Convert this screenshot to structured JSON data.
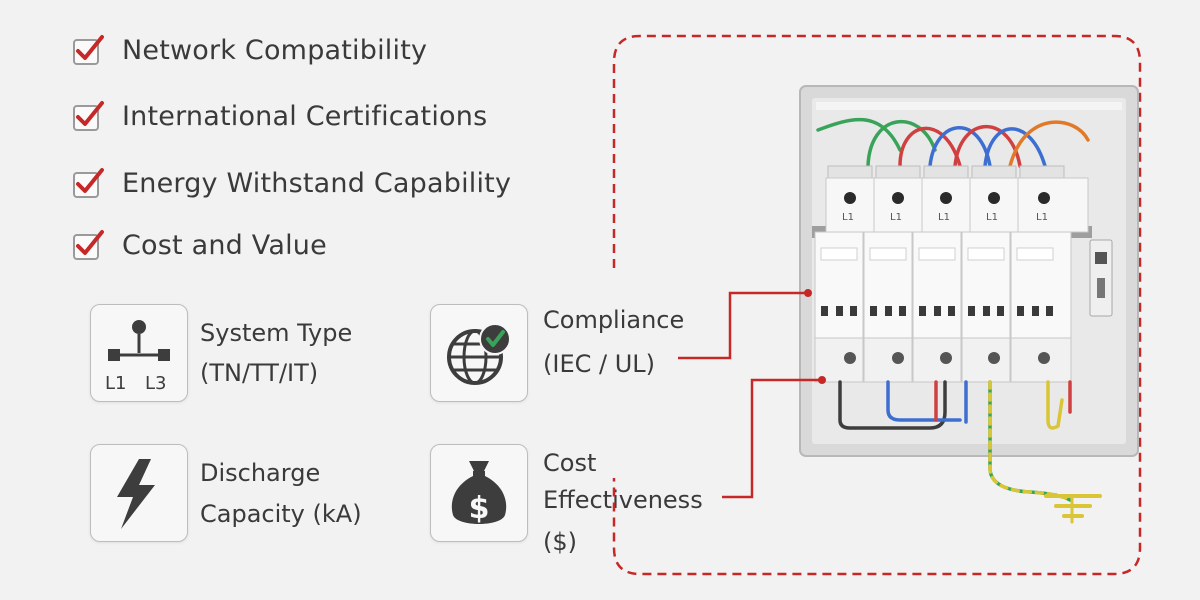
{
  "checklist": [
    {
      "label": "Network Compatibility"
    },
    {
      "label": "International Certifications"
    },
    {
      "label": "Energy Withstand Capability"
    },
    {
      "label": "Cost and Value"
    }
  ],
  "cards": {
    "system_type": {
      "line1": "System Type",
      "line2": "(TN/TT/IT)",
      "icon": "network-diagram-icon",
      "icon_label_a": "L1",
      "icon_label_b": "L3"
    },
    "discharge": {
      "line1": "Discharge",
      "line2": "Capacity (kA)",
      "icon": "lightning-bolt-icon"
    },
    "compliance": {
      "line1": "Compliance",
      "line2": "(IEC / UL)",
      "icon": "globe-check-icon"
    },
    "cost": {
      "line1": "Cost",
      "line2": "Effectiveness",
      "line3": "($)",
      "icon": "money-bag-icon",
      "icon_symbol": "$"
    }
  },
  "panel": {
    "module_labels": [
      "L1",
      "L1",
      "L1",
      "L1",
      "L1"
    ],
    "module_count": 5
  },
  "colors": {
    "check_red": "#c62828",
    "callout_red": "#c62828",
    "icon_dark": "#3d3d3d",
    "wire_green": "#3aa35a",
    "wire_red": "#d04040",
    "wire_blue": "#3d6fd0",
    "wire_orange": "#e07a2a",
    "ground_yellow": "#d9c535"
  }
}
